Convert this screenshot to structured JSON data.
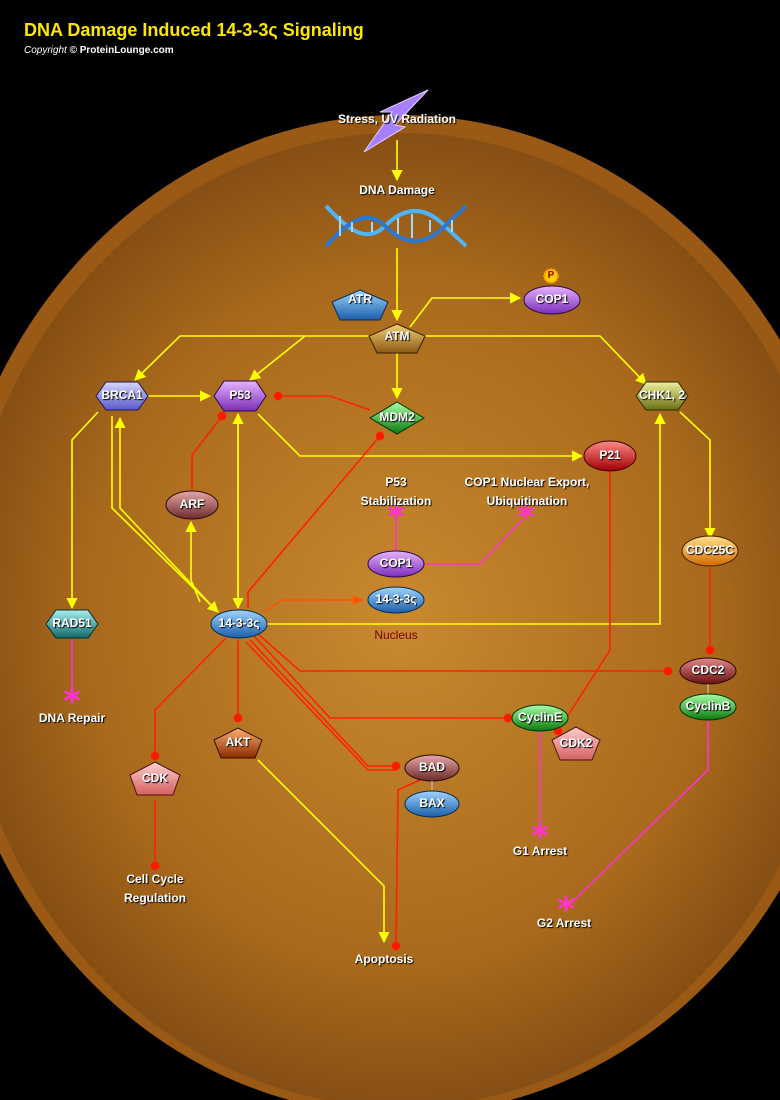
{
  "title": "DNA Damage Induced 14-3-3ς Signaling",
  "copyright": {
    "prefix": "Copyright",
    "suffix": "© ProteinLounge.com"
  },
  "stimulus": "Stress, UV Radiation",
  "nodes": {
    "dna_damage": "DNA Damage",
    "atr": "ATR",
    "atm": "ATM",
    "cop1_top": "COP1",
    "phospho": "P",
    "brca1": "BRCA1",
    "p53": "P53",
    "mdm2": "MDM2",
    "chk12": "CHK1, 2",
    "p21": "P21",
    "arf": "ARF",
    "cop1_mid": "COP1",
    "sigma_mid": "14-3-3ς",
    "cdc25c": "CDC25C",
    "rad51": "RAD51",
    "sigma_main": "14-3-3ς",
    "cdc2": "CDC2",
    "cyclinb": "CyclinB",
    "cycline": "CyclinE",
    "cdk2": "CDK2",
    "akt": "AKT",
    "cdk": "CDK",
    "bad": "BAD",
    "bax": "BAX"
  },
  "outcomes": {
    "p53_stab_1": "P53",
    "p53_stab_2": "Stabilization",
    "cop1_export_1": "COP1 Nuclear Export,",
    "cop1_export_2": "Ubiquitination",
    "nucleus": "Nucleus",
    "dna_repair": "DNA Repair",
    "g1_arrest": "G1 Arrest",
    "g2_arrest": "G2 Arrest",
    "cell_cycle_1": "Cell Cycle",
    "cell_cycle_2": "Regulation",
    "apoptosis": "Apoptosis"
  },
  "colors": {
    "activation": "#ffff00",
    "inhibition": "#ff2200",
    "outcome": "#ff33cc",
    "cell": "#a8691c",
    "membrane": "#a0601a"
  }
}
